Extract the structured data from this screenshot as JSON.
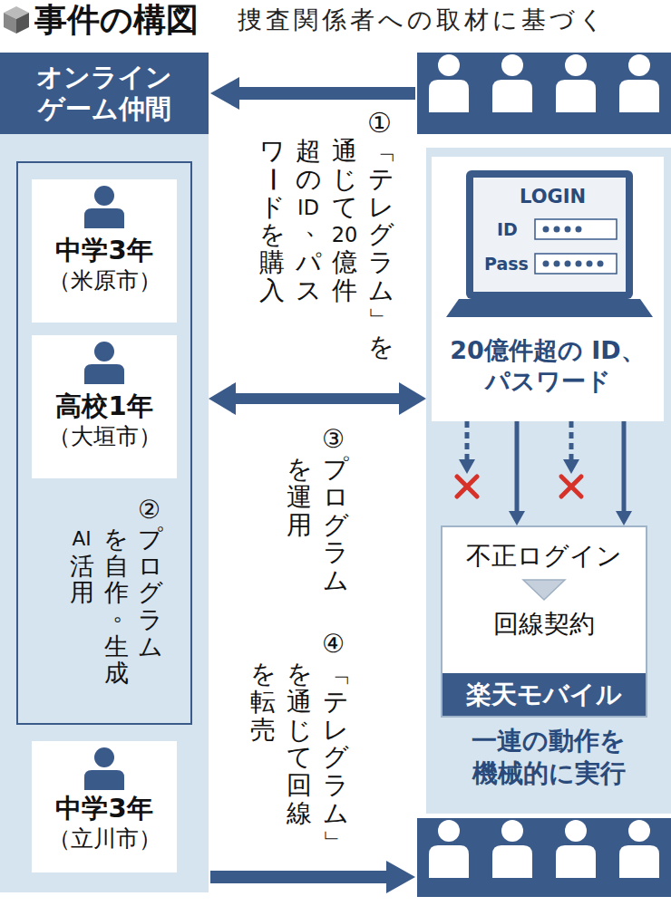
{
  "diagram": {
    "title": "事件の構図",
    "nodes": [
      {
        "text": [
          "オンライン ゲーム仲間"
        ]
      },
      {
        "text": [
          "プログラムを自作。生成AI活用"
        ],
        "in": 0
      },
      {
        "text": [
          "中学3年",
          "（米原市）"
        ],
        "in": 1
      },
      {
        "text": [
          "高校1年",
          "（大垣市）"
        ],
        "in": 1
      },
      {
        "text": [
          "中学3年",
          "（立川市）"
        ],
        "in": 0
      },
      {
        "text": [
          "一連の動作を 機械的に実行"
        ]
      },
      {
        "text": [
          "20億件超の ID、パスワード"
        ],
        "in": 5
      },
      {
        "text": [
          "不正ログイン",
          "回線契約",
          "楽天モバイル"
        ],
        "in": 5
      }
    ],
    "edges": [
      {
        "from": 0,
        "to": 5,
        "arrow": "both"
      },
      {
        "from": 6,
        "to": 7,
        "arrow": "to"
      },
      {
        "from": 6,
        "to": 7,
        "arrow": "to"
      }
    ],
    "labels": [
      "捜査関係者への取材に基づく",
      "①",
      "「テレグラム」を通じて20億件超のID、パスワードを購入",
      "②",
      "③",
      "プログラムを運用",
      "④",
      "「テレグラム」を通じて回線を転売",
      "LOGIN",
      "ID",
      "Pass"
    ]
  }
}
